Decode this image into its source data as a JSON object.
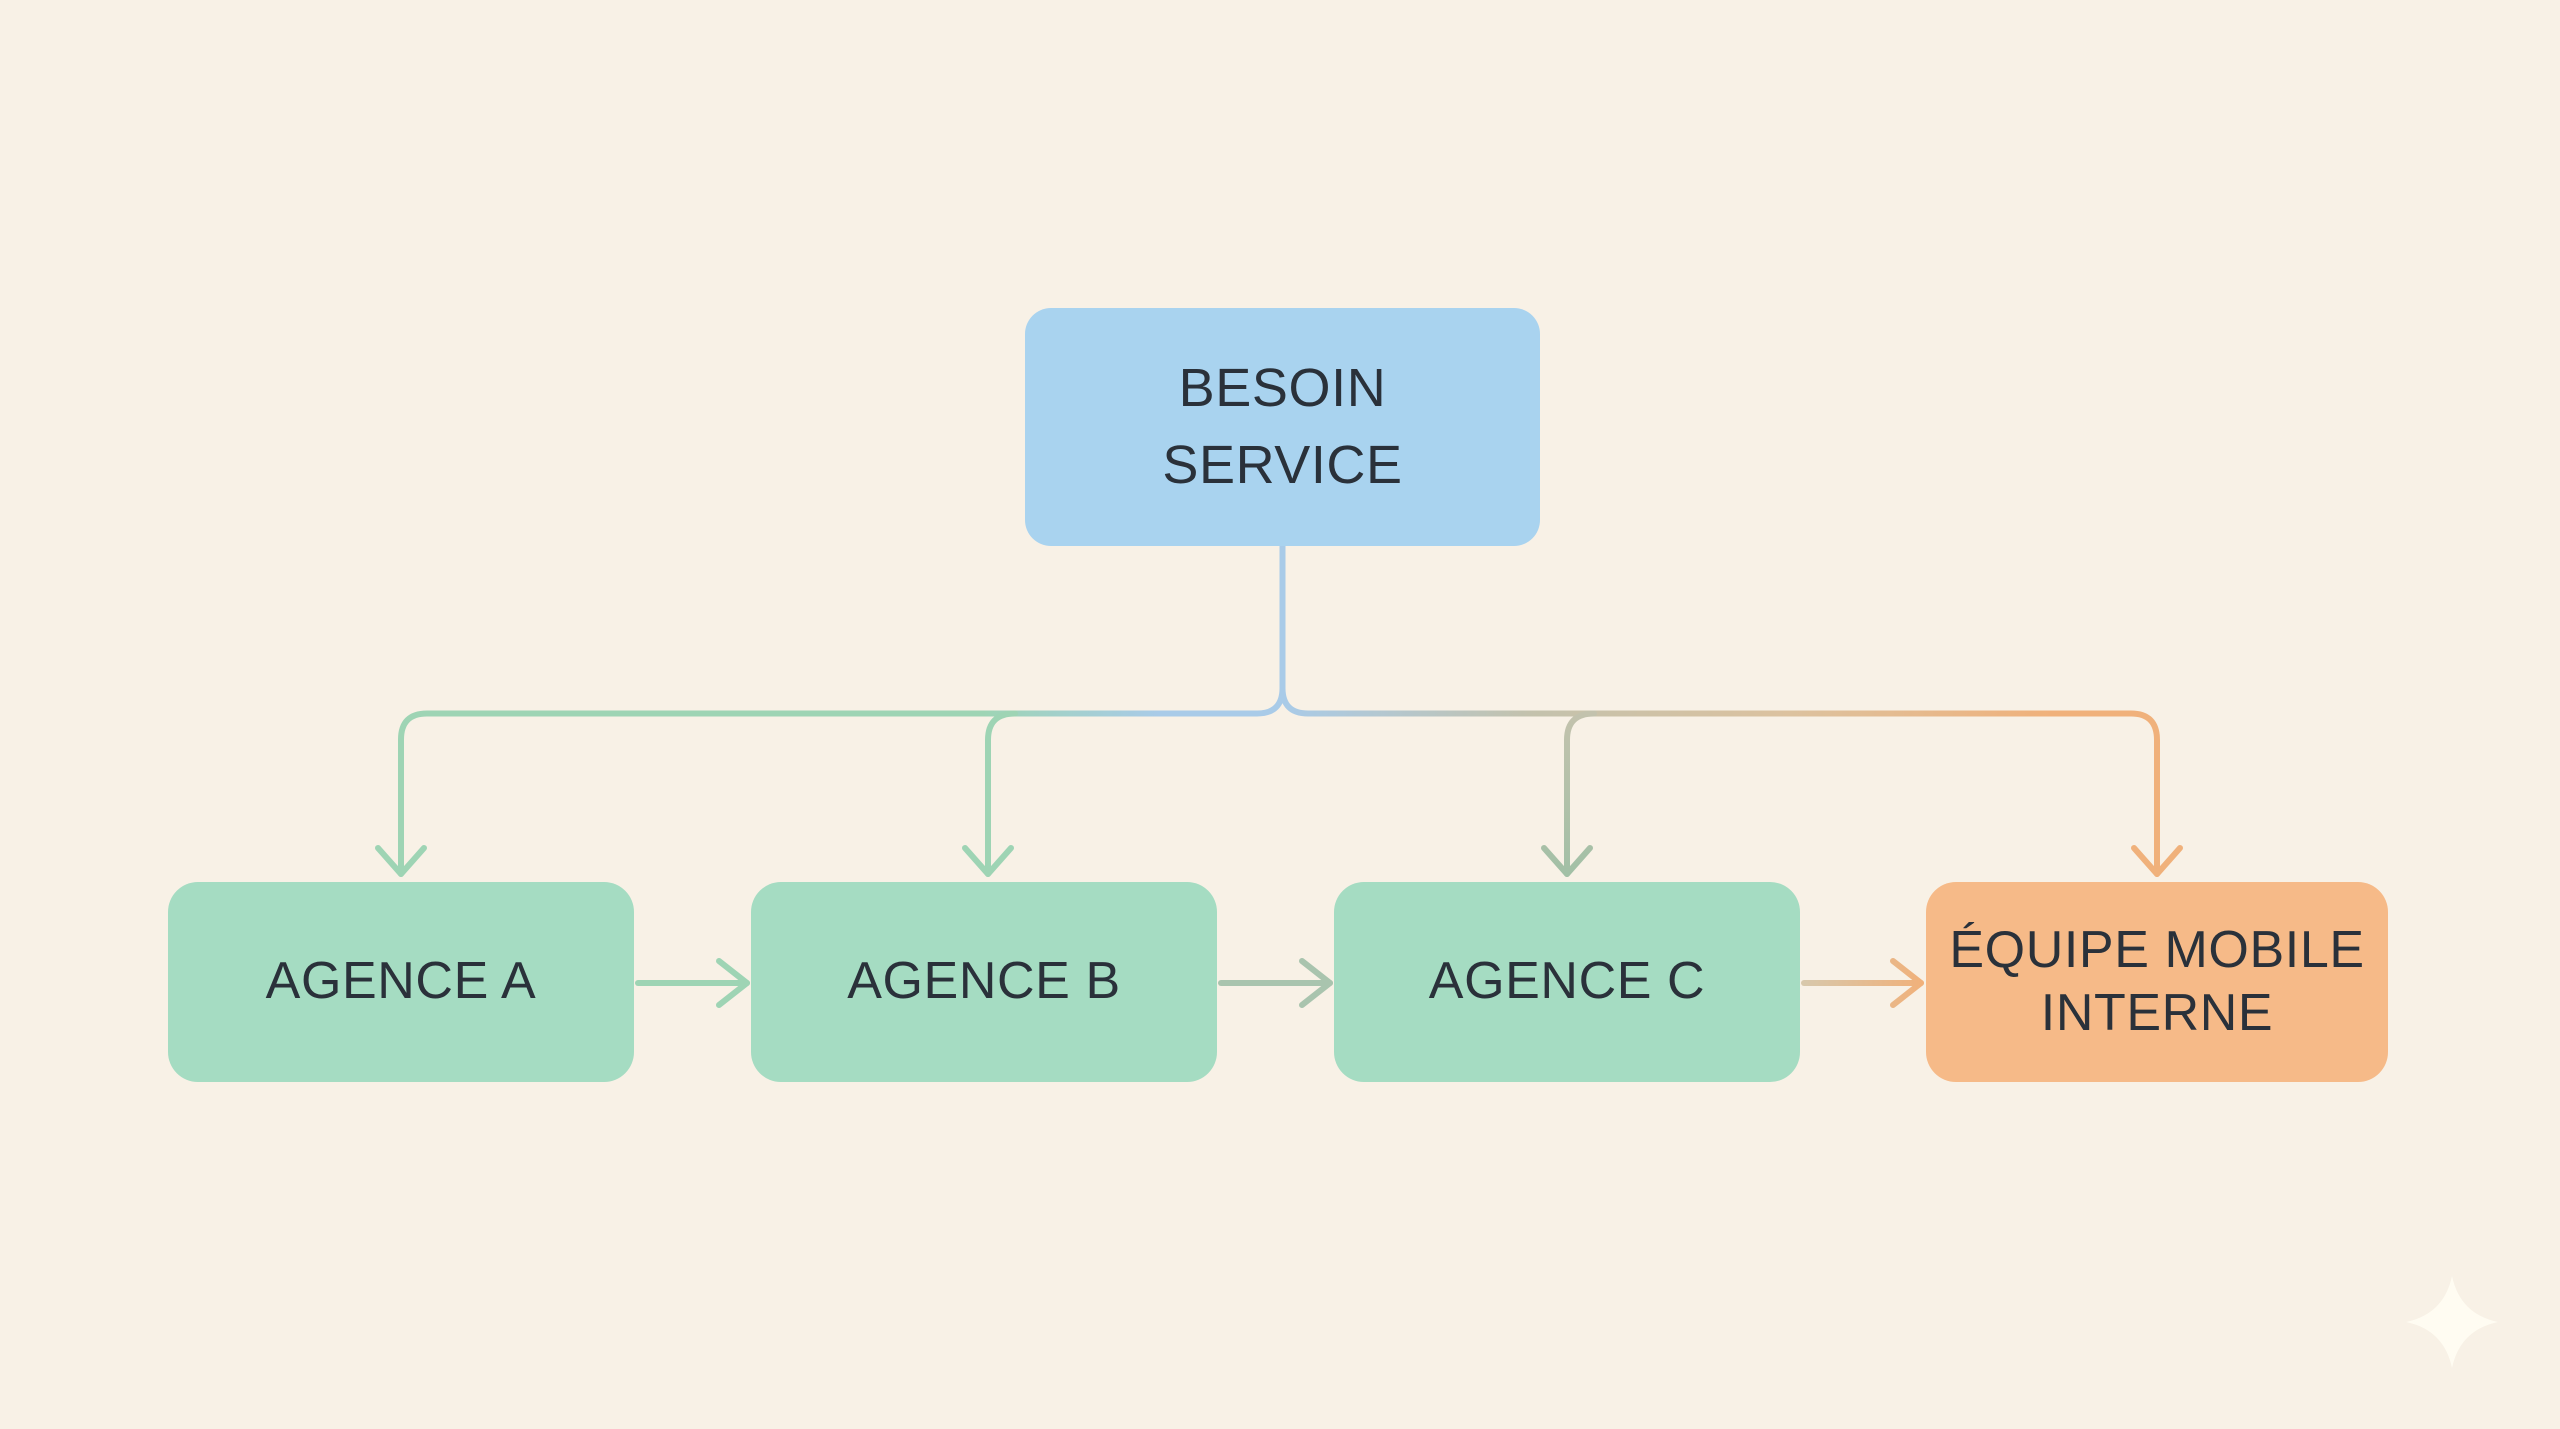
{
  "diagram": {
    "type": "flowchart",
    "nodes": [
      {
        "id": "besoin-service",
        "label": "BESOIN SERVICE",
        "fill": "#a9d3ef",
        "row": "top"
      },
      {
        "id": "agence-a",
        "label": "AGENCE A",
        "fill": "#a5dcc2",
        "row": "bottom"
      },
      {
        "id": "agence-b",
        "label": "AGENCE B",
        "fill": "#a5dcc2",
        "row": "bottom"
      },
      {
        "id": "agence-c",
        "label": "AGENCE C",
        "fill": "#a5dcc2",
        "row": "bottom"
      },
      {
        "id": "equipe-mobile-interne",
        "label": "ÉQUIPE MOBILE INTERNE",
        "fill": "#f6ba88",
        "row": "bottom"
      }
    ],
    "edges": [
      {
        "from": "besoin-service",
        "to": "agence-a",
        "style": "elbow-down-arrow",
        "color_run": [
          "#a9cbe8",
          "#9ed4b4"
        ]
      },
      {
        "from": "besoin-service",
        "to": "agence-b",
        "style": "elbow-down-arrow",
        "color_run": [
          "#9ed4b4"
        ]
      },
      {
        "from": "besoin-service",
        "to": "agence-c",
        "style": "elbow-down-arrow",
        "color_run": [
          "#c3c2ad",
          "#a2c0a6"
        ]
      },
      {
        "from": "besoin-service",
        "to": "equipe-mobile-interne",
        "style": "elbow-down-arrow",
        "color_run": [
          "#a9cbe8",
          "#c3c2ad",
          "#dcc29f",
          "#f0b17b"
        ]
      },
      {
        "from": "agence-a",
        "to": "agence-b",
        "style": "straight-right-arrow",
        "color_run": [
          "#9ed4b4"
        ]
      },
      {
        "from": "agence-b",
        "to": "agence-c",
        "style": "straight-right-arrow",
        "color_run": [
          "#a9c4ae"
        ]
      },
      {
        "from": "agence-c",
        "to": "equipe-mobile-interne",
        "style": "straight-right-arrow",
        "color_run": [
          "#d8c8ab",
          "#f0b17b"
        ]
      }
    ]
  },
  "colors": {
    "background": "#f8f1e6",
    "node_blue": "#a9d3ef",
    "node_green": "#a5dcc2",
    "node_orange": "#f6ba88",
    "text": "#2a313a",
    "edge_blue": "#a9cbe8",
    "edge_green": "#9ed4b4",
    "edge_sage": "#a2c0a6",
    "edge_sage2": "#a9c4ae",
    "edge_khaki": "#c3c2ad",
    "edge_tan": "#dcc29f",
    "edge_tan2": "#d8c8ab",
    "edge_orange": "#f0b17b",
    "watermark": "#fffcf2"
  },
  "watermark": {
    "icon": "sparkle-icon"
  }
}
